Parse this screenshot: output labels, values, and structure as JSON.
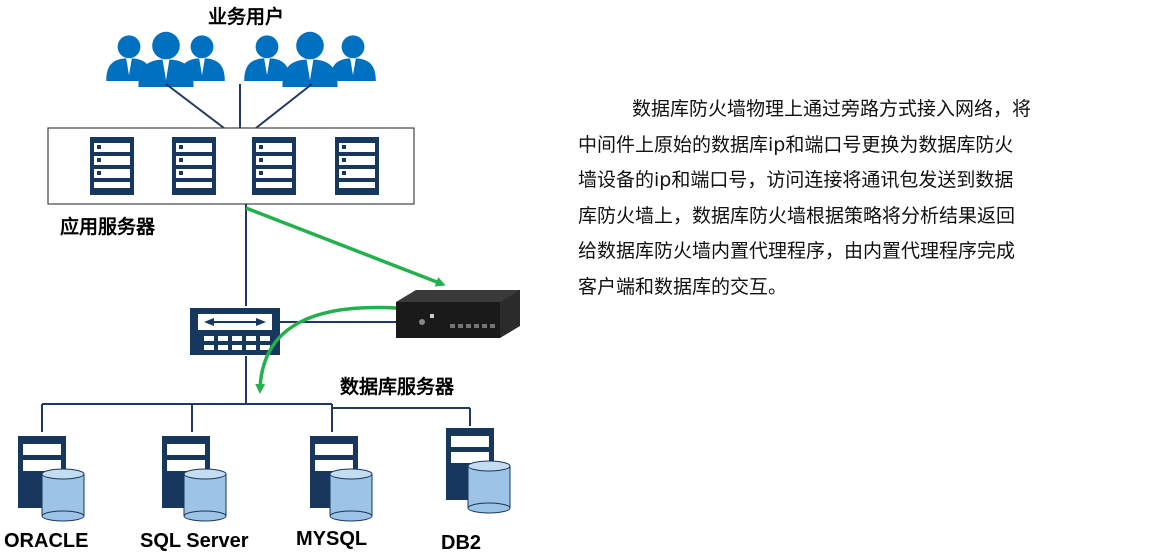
{
  "labels": {
    "business_users": "业务用户",
    "app_servers": "应用服务器",
    "db_servers": "数据库服务器"
  },
  "databases": [
    {
      "name": "ORACLE"
    },
    {
      "name": "SQL Server"
    },
    {
      "name": "MYSQL"
    },
    {
      "name": "DB2"
    }
  ],
  "description": {
    "lines": [
      "数据库防火墙物理上通过旁路方式接入网络，将",
      "中间件上原始的数据库ip和端口号更换为数据库防火",
      "墙设备的ip和端口号，访问连接将通讯包发送到数据",
      "库防火墙上，数据库防火墙根据策略将分析结果返回",
      "给数据库防火墙内置代理程序，由内置代理程序完成",
      "客户端和数据库的交互。"
    ]
  },
  "colors": {
    "user_icon": "#0070C0",
    "server_icon": "#17375E",
    "cylinder": "#9DC3E6",
    "line": "#1F3864",
    "green_arrow": "#22B14C",
    "firewall_device": "#1A1A1A"
  }
}
